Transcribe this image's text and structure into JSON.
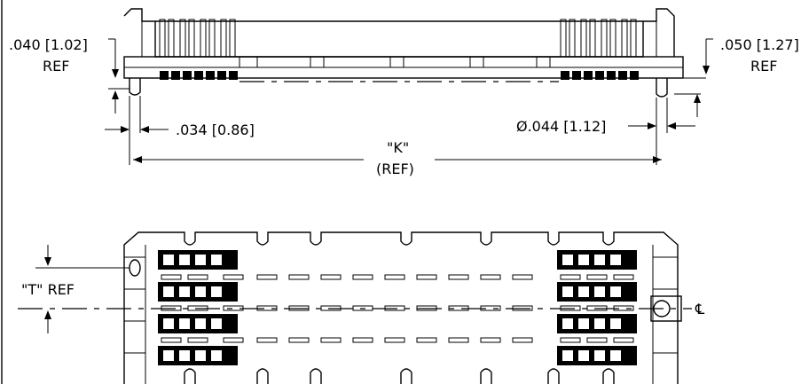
{
  "side_view": {
    "dim_height_left": ".040 [1.02]",
    "dim_height_left_ref": "REF",
    "dim_height_right": ".050 [1.27]",
    "dim_height_right_ref": "REF",
    "dim_pin_width": ".034 [0.86]",
    "dim_pin_diameter": "Ø.044 [1.12]",
    "dim_length": "\"K\"",
    "dim_length_ref": "(REF)"
  },
  "top_view": {
    "dim_pitch": "\"T\" REF",
    "centerline_symbol": "℄"
  }
}
